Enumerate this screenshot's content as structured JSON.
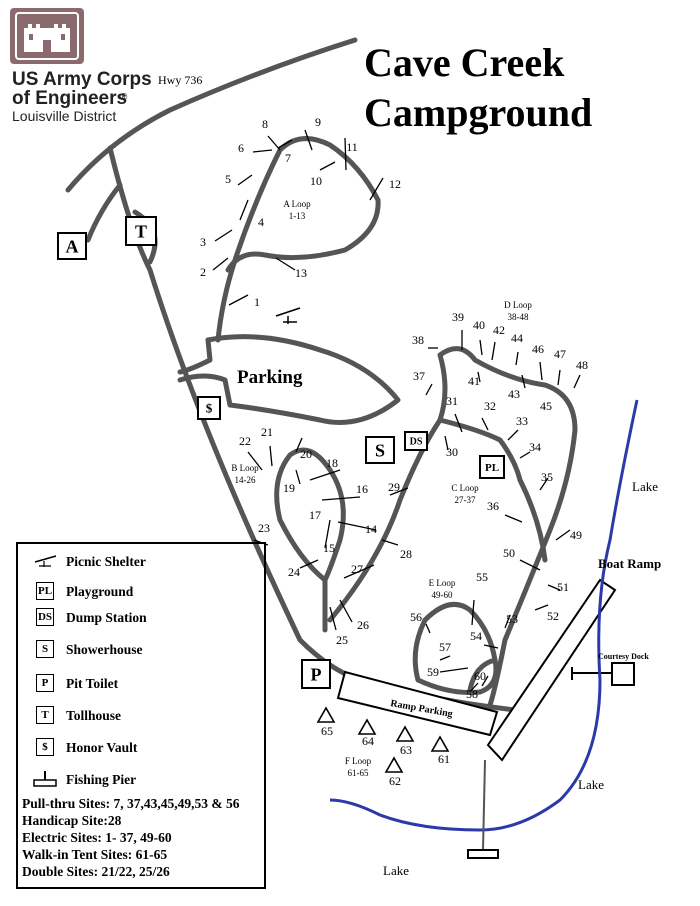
{
  "title": {
    "line1": "Cave Creek",
    "line2": "Campground"
  },
  "organization": {
    "name_line1": "US Army Corps",
    "name_line2": "of Engineers",
    "registered": "R",
    "district": "Louisville District"
  },
  "road_label": "Hwy 736",
  "areas": {
    "parking": "Parking",
    "ramp_parking": "Ramp Parking",
    "boat_ramp": "Boat Ramp",
    "courtesy_dock": "Courtesy Dock"
  },
  "water_labels": [
    "Lake",
    "Lake",
    "Lake"
  ],
  "markers": {
    "A": "A",
    "T": "T",
    "S": "S",
    "P": "P",
    "DS": "DS",
    "PL": "PL",
    "honor": "$"
  },
  "loops": [
    {
      "name": "A Loop",
      "range": "1-13"
    },
    {
      "name": "B Loop",
      "range": "14-26"
    },
    {
      "name": "C Loop",
      "range": "27-37"
    },
    {
      "name": "D Loop",
      "range": "38-48"
    },
    {
      "name": "E Loop",
      "range": "49-60"
    },
    {
      "name": "F Loop",
      "range": "61-65"
    }
  ],
  "sites": [
    "1",
    "2",
    "3",
    "4",
    "5",
    "6",
    "7",
    "8",
    "9",
    "10",
    "11",
    "12",
    "13",
    "14",
    "15",
    "16",
    "17",
    "18",
    "19",
    "20",
    "21",
    "22",
    "23",
    "24",
    "25",
    "26",
    "27",
    "28",
    "29",
    "30",
    "31",
    "32",
    "33",
    "34",
    "35",
    "36",
    "37",
    "38",
    "39",
    "40",
    "41",
    "42",
    "43",
    "44",
    "45",
    "46",
    "47",
    "48",
    "49",
    "50",
    "51",
    "52",
    "53",
    "54",
    "55",
    "56",
    "57",
    "58",
    "59",
    "60",
    "61",
    "62",
    "63",
    "64",
    "65"
  ],
  "legend": {
    "items": [
      {
        "icon": "picnic",
        "label": "Picnic Shelter"
      },
      {
        "icon": "PL",
        "label": "Playground"
      },
      {
        "icon": "DS",
        "label": "Dump Station"
      },
      {
        "icon": "S",
        "label": "Showerhouse"
      },
      {
        "icon": "P",
        "label": "Pit Toilet"
      },
      {
        "icon": "T",
        "label": "Tollhouse"
      },
      {
        "icon": "$",
        "label": "Honor Vault"
      },
      {
        "icon": "pier",
        "label": "Fishing Pier"
      }
    ],
    "notes": [
      "Pull-thru Sites: 7, 37,43,45,49,53 & 56",
      "Handicap Site:28",
      "Electric Sites: 1- 37, 49-60",
      "Walk-in Tent Sites: 61-65",
      "Double Sites:  21/22, 25/26"
    ]
  },
  "colors": {
    "road": "#555555",
    "water": "#2b3aa8",
    "logo": "#8b6a6e"
  }
}
